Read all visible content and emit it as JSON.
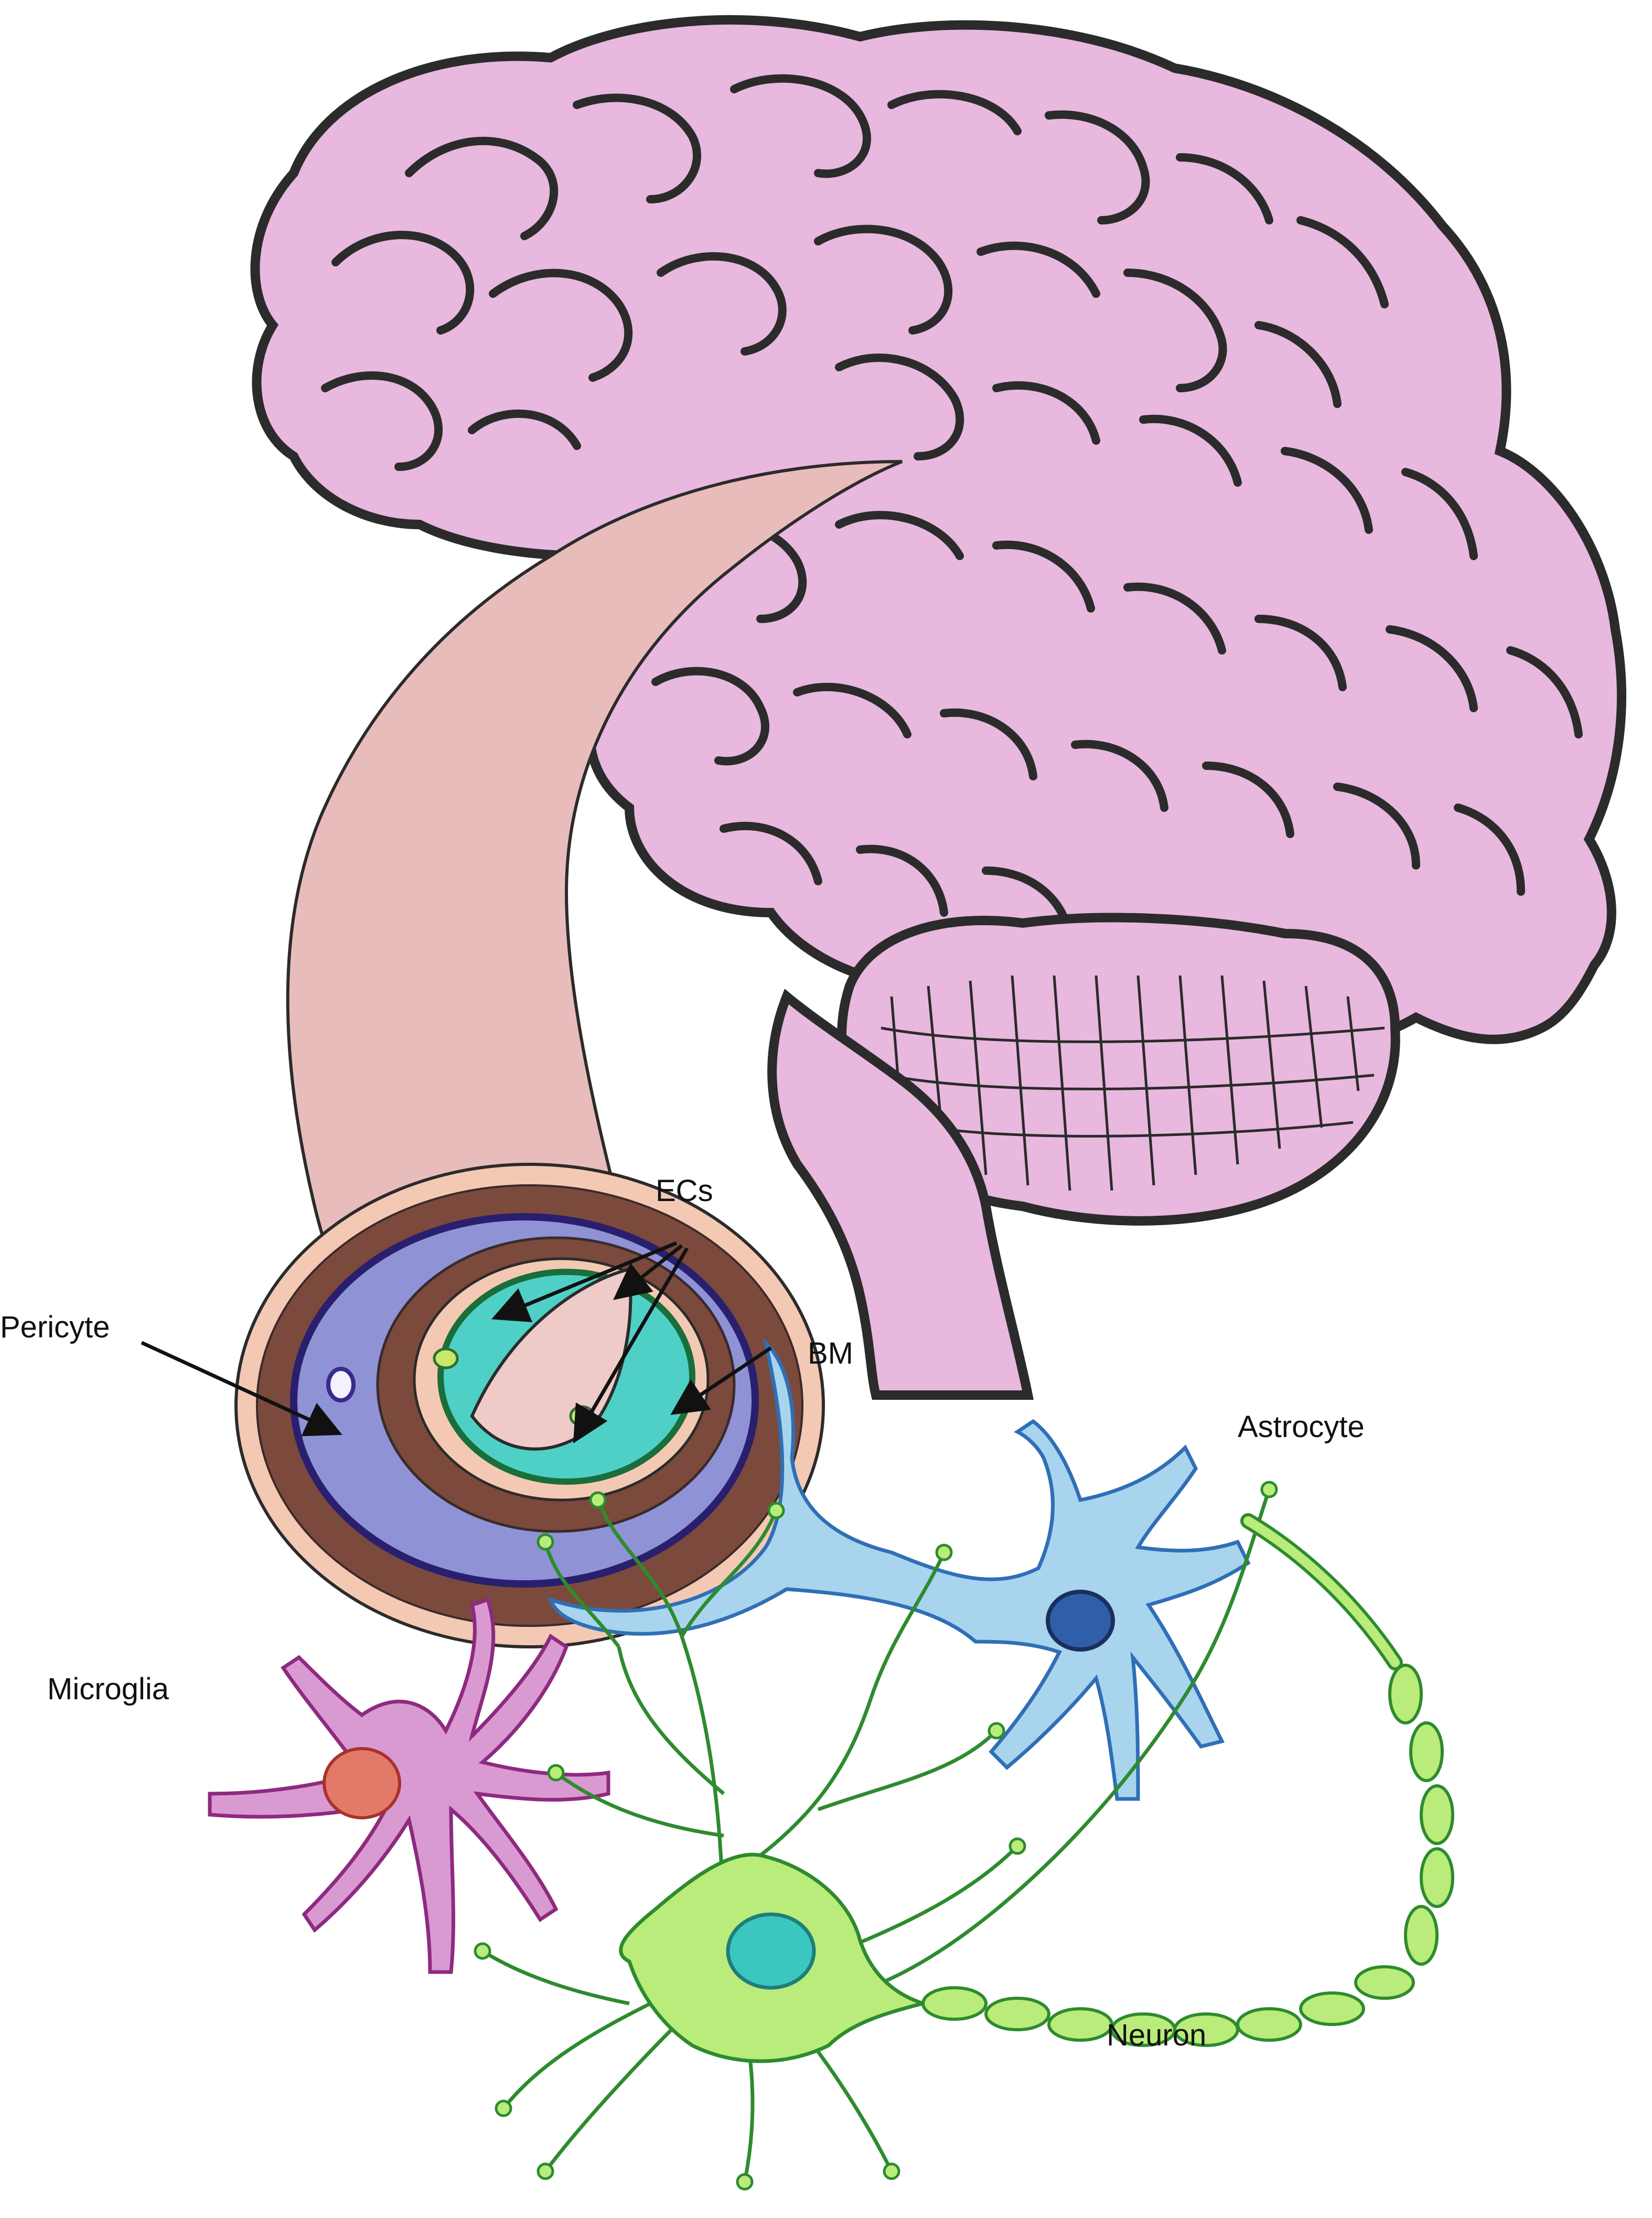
{
  "labels": {
    "ecs": "ECs",
    "pericyte": "Pericyte",
    "bm": "BM",
    "astrocyte": "Astrocyte",
    "microglia": "Microglia",
    "neuron": "Neuron"
  },
  "colors": {
    "brain": "#e8b8df",
    "vessel": "#e9bcbc",
    "brown_layer": "#7b4a3c",
    "pericyte_layer": "#8f93d6",
    "endothelial": "#4ed0c6",
    "astrocyte": "#a8d4ee",
    "astrocyte_nucleus": "#2f5fa8",
    "microglia": "#d99ad2",
    "microglia_nucleus": "#e27a6a",
    "neuron": "#b9ec7a",
    "neuron_outline": "#2e8b2e",
    "neuron_nucleus": "#3bc7c0"
  }
}
